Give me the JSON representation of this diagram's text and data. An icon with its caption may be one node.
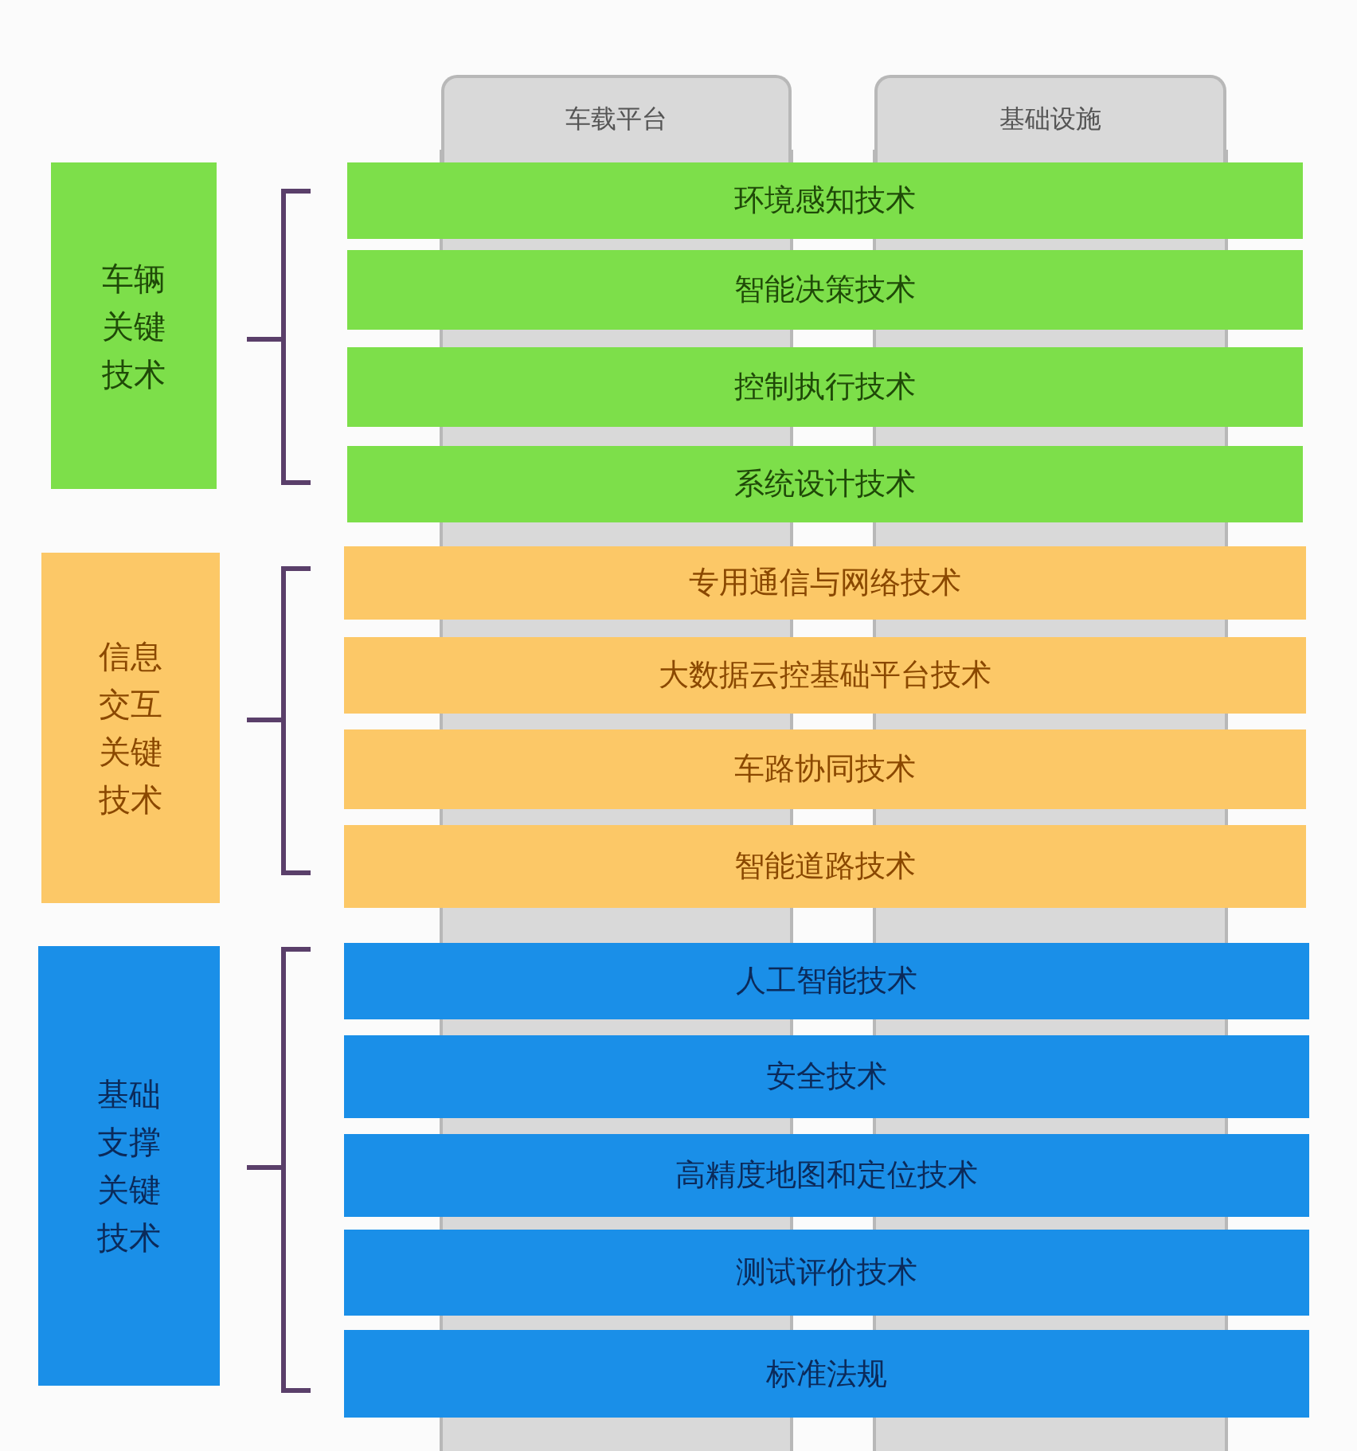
{
  "diagram": {
    "nodes": [
      {
        "text": [
          "车载平台"
        ]
      },
      {
        "text": [
          "基础设施"
        ]
      },
      {
        "text": [
          "车辆关键技术"
        ]
      },
      {
        "text": [
          "环境感知技术"
        ]
      },
      {
        "text": [
          "智能决策技术"
        ]
      },
      {
        "text": [
          "控制执行技术"
        ]
      },
      {
        "text": [
          "系统设计技术"
        ]
      },
      {
        "text": [
          "信息交互关键技术"
        ]
      },
      {
        "text": [
          "专用通信与网络技术"
        ]
      },
      {
        "text": [
          "大数据云控基础平台技术"
        ]
      },
      {
        "text": [
          "车路协同技术"
        ]
      },
      {
        "text": [
          "智能道路技术"
        ]
      },
      {
        "text": [
          "基础支撑关键技术"
        ]
      },
      {
        "text": [
          "人工智能技术"
        ]
      },
      {
        "text": [
          "安全技术"
        ]
      },
      {
        "text": [
          "高精度地图和定位技术"
        ]
      },
      {
        "text": [
          "测试评价技术"
        ]
      },
      {
        "text": [
          "标准法规"
        ]
      }
    ],
    "edges": []
  }
}
